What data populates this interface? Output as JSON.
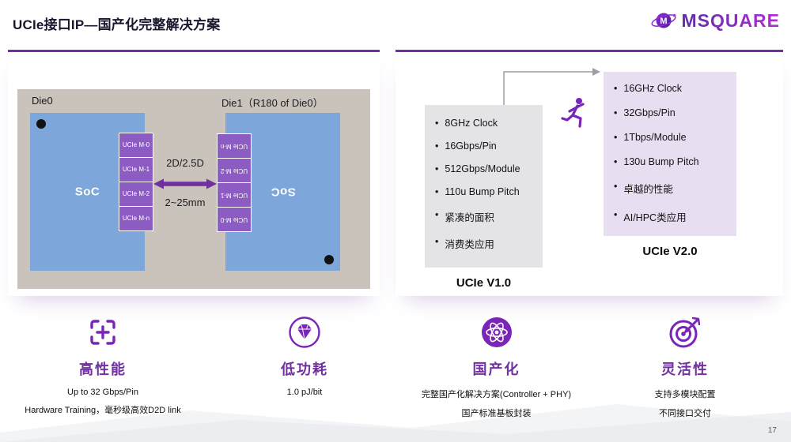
{
  "colors": {
    "accent": "#7030a0",
    "icon_purple": "#7a24b8",
    "chip_blue": "#7da6da",
    "canvas_taupe": "#c9c3bc",
    "module_purple": "#8d5cc3",
    "v1_box": "#e4e4e7",
    "v2_box": "#e7def1"
  },
  "header": {
    "title": "UCIe接口IP—国产化完整解决方案",
    "logo_text": "MSQUARE",
    "logo_monogram": "M",
    "logo_icon": "planet-orbit-icon"
  },
  "diagram": {
    "die0_label": "Die0",
    "die1_label": "Die1（R180 of Die0）",
    "soc_label": "SoC",
    "modules": [
      "UCIe M-0",
      "UCIe M-1",
      "UCIe M-2",
      "UCIe M-n"
    ],
    "link_type": "2D/2.5D",
    "link_range": "2~25mm",
    "link_icon": "double-headed-arrow-icon"
  },
  "versions": {
    "upgrade_icon": "running-person-icon",
    "connector_icon": "right-arrow-connector",
    "v1": {
      "label": "UCIe V1.0",
      "items": [
        "8GHz Clock",
        "16Gbps/Pin",
        "512Gbps/Module",
        "110u Bump Pitch",
        "紧凑的面积",
        "消费类应用"
      ]
    },
    "v2": {
      "label": "UCIe V2.0",
      "items": [
        "16GHz Clock",
        "32Gbps/Pin",
        "1Tbps/Module",
        "130u Bump Pitch",
        "卓越的性能",
        "AI/HPC类应用"
      ]
    }
  },
  "features": [
    {
      "icon": "focus-frame-icon",
      "title": "高性能",
      "lines": [
        "Up to 32 Gbps/Pin",
        "Hardware Training，毫秒级高效D2D link"
      ]
    },
    {
      "icon": "gem-icon",
      "title": "低功耗",
      "lines": [
        "1.0 pJ/bit"
      ]
    },
    {
      "icon": "atom-icon",
      "title": "国产化",
      "lines": [
        "完整国产化解决方案(Controller + PHY)",
        "国产标准基板封装"
      ]
    },
    {
      "icon": "target-arrow-icon",
      "title": "灵活性",
      "lines": [
        "支持多模块配置",
        "不同接口交付"
      ]
    }
  ],
  "footer": {
    "page_number": "17"
  }
}
